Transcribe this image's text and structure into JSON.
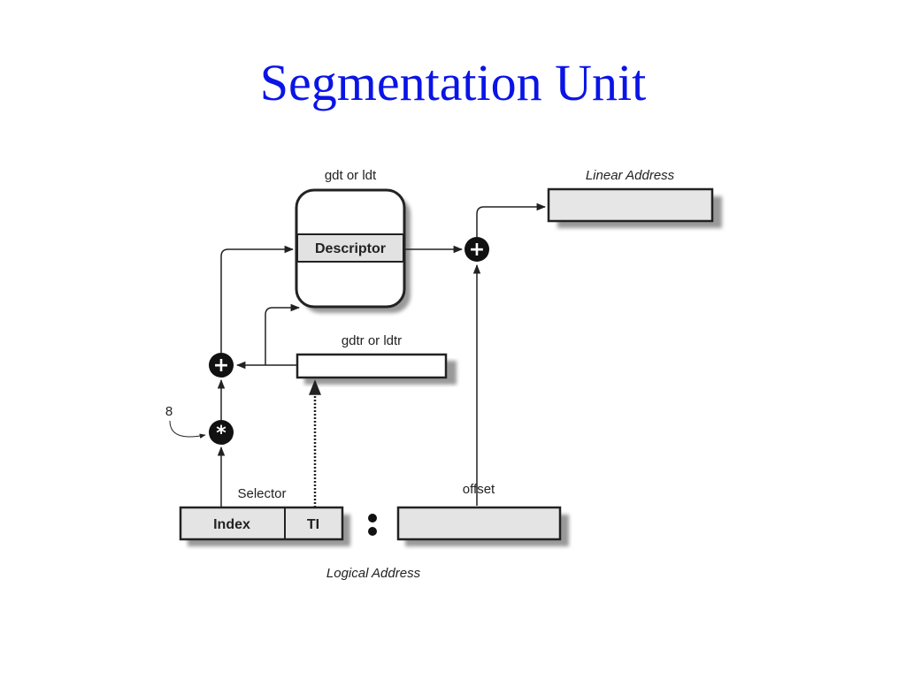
{
  "slide": {
    "title": "Segmentation Unit"
  },
  "diagram": {
    "labels": {
      "table": "gdt or ldt",
      "descriptor": "Descriptor",
      "linear_address": "Linear Address",
      "register": "gdtr or ldtr",
      "multiplier": "8",
      "selector": "Selector",
      "index": "Index",
      "ti": "TI",
      "offset": "offset",
      "logical_address": "Logical Address"
    },
    "operators": {
      "adder_top": "+",
      "adder_left": "+",
      "multiplier": "*"
    }
  }
}
